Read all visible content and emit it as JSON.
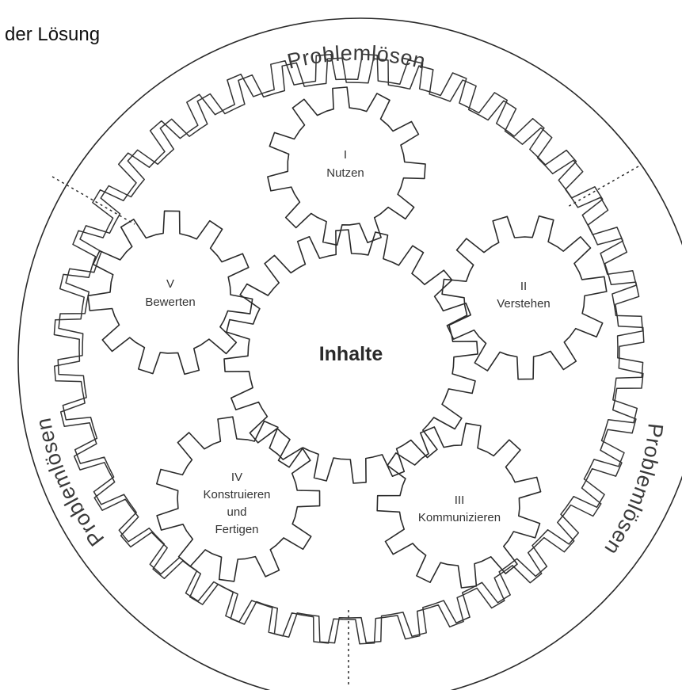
{
  "caption": "der Lösung",
  "ring": {
    "top_label": "Problemlösen",
    "left_label": "Problemlösen",
    "right_label": "Problemlösen"
  },
  "center": {
    "label": "Inhalte"
  },
  "gears": [
    {
      "id": "nutzen",
      "numeral": "I",
      "lines": [
        "Nutzen"
      ]
    },
    {
      "id": "verstehen",
      "numeral": "II",
      "lines": [
        "Verstehen"
      ]
    },
    {
      "id": "kommunizieren",
      "numeral": "III",
      "lines": [
        "Kommunizieren"
      ]
    },
    {
      "id": "konstruieren",
      "numeral": "IV",
      "lines": [
        "Konstruieren",
        "und",
        "Fertigen"
      ]
    },
    {
      "id": "bewerten",
      "numeral": "V",
      "lines": [
        "Bewerten"
      ]
    }
  ]
}
